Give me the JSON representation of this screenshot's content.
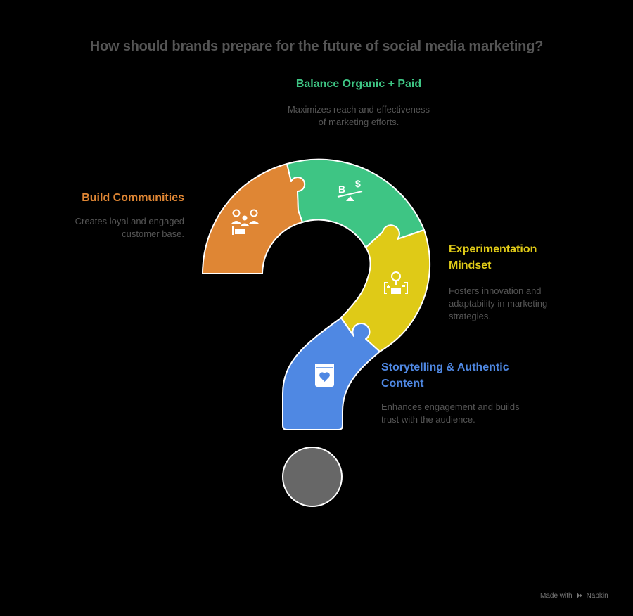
{
  "title": "How should brands prepare for the future of social media marketing?",
  "colors": {
    "orange": "#DF8634",
    "green": "#3EC584",
    "yellow": "#DFCA17",
    "blue": "#4F88E3",
    "dot": "#676767",
    "text_gray": "#555555"
  },
  "items": [
    {
      "label": "Build Communities",
      "description": "Creates loyal and engaged customer base.",
      "icon": "community-icon",
      "color": "#DF8634"
    },
    {
      "label": "Balance Organic + Paid",
      "description": "Maximizes reach and effectiveness of marketing efforts.",
      "icon": "balance-scale-icon",
      "color": "#3EC584"
    },
    {
      "label": "Experimentation Mindset",
      "description": "Fosters innovation and adaptability in marketing strategies.",
      "icon": "lightbulb-battery-icon",
      "color": "#DFCA17"
    },
    {
      "label": "Storytelling & Authentic Content",
      "description": "Enhances engagement and builds trust with the audience.",
      "icon": "heart-book-icon",
      "color": "#4F88E3"
    }
  ],
  "footer": {
    "made_with": "Made with",
    "brand": "Napkin"
  }
}
